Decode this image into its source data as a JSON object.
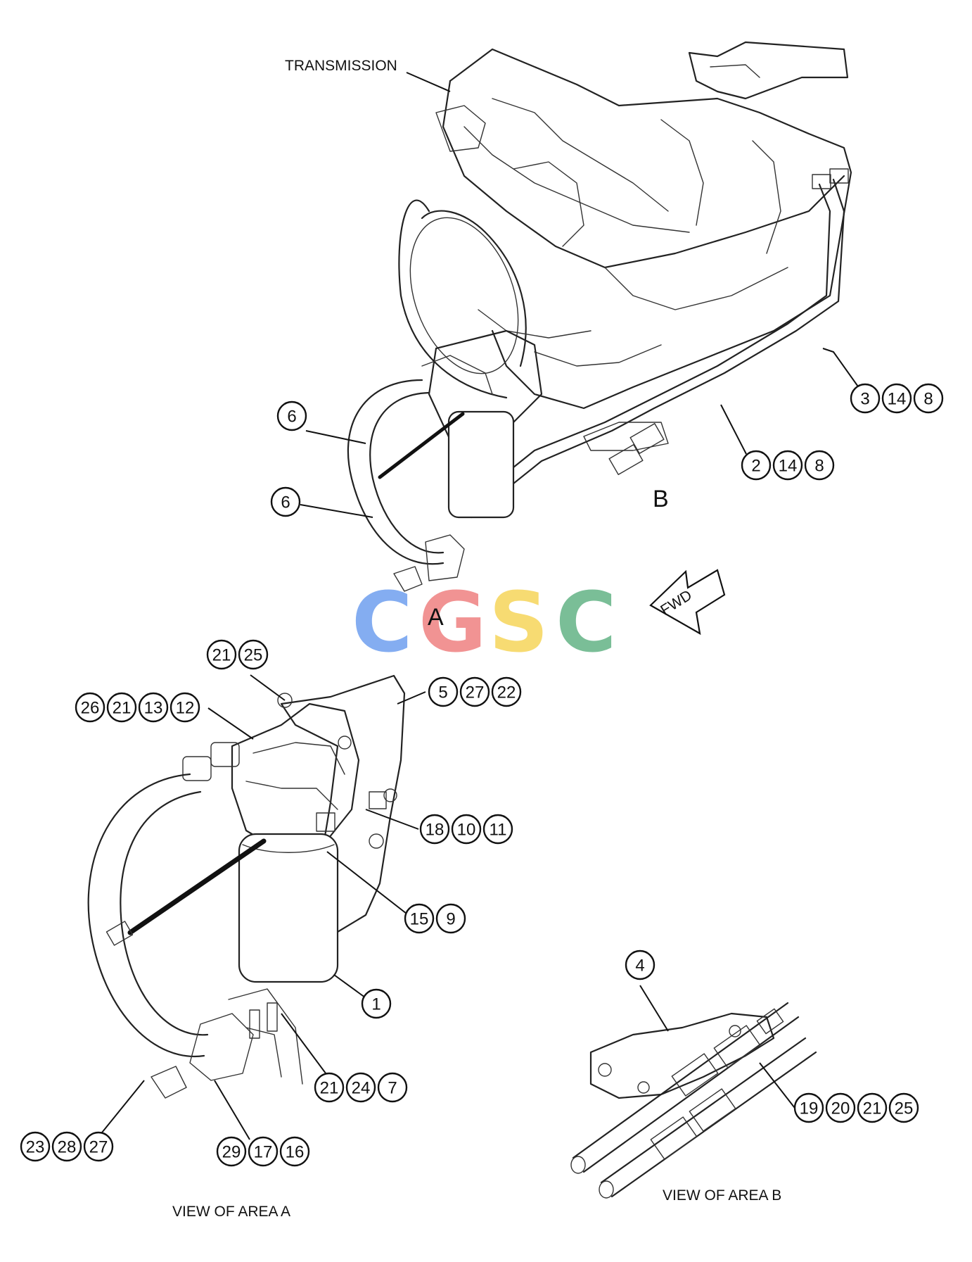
{
  "labels": {
    "transmission": "TRANSMISSION",
    "area_a_marker": "A",
    "area_b_marker": "B",
    "fwd": "FWD",
    "view_area_a": "VIEW OF AREA  A",
    "view_area_b": "VIEW OF AREA  B"
  },
  "watermark": {
    "letters": [
      "C",
      "G",
      "S",
      "C"
    ],
    "colors": [
      "#7aa7f0",
      "#f08a8a",
      "#f7d867",
      "#6fb98f"
    ]
  },
  "callouts": {
    "c01": [
      "6"
    ],
    "c02": [
      "6"
    ],
    "c03": [
      "3",
      "14",
      "8"
    ],
    "c04": [
      "2",
      "14",
      "8"
    ],
    "c05": [
      "21",
      "25"
    ],
    "c06": [
      "26",
      "21",
      "13",
      "12"
    ],
    "c07": [
      "5",
      "27",
      "22"
    ],
    "c08": [
      "18",
      "10",
      "11"
    ],
    "c09": [
      "15",
      "9"
    ],
    "c10": [
      "1"
    ],
    "c11": [
      "21",
      "24",
      "7"
    ],
    "c12": [
      "23",
      "28",
      "27"
    ],
    "c13": [
      "29",
      "17",
      "16"
    ],
    "c14": [
      "4"
    ],
    "c15": [
      "19",
      "20",
      "21",
      "25"
    ]
  }
}
